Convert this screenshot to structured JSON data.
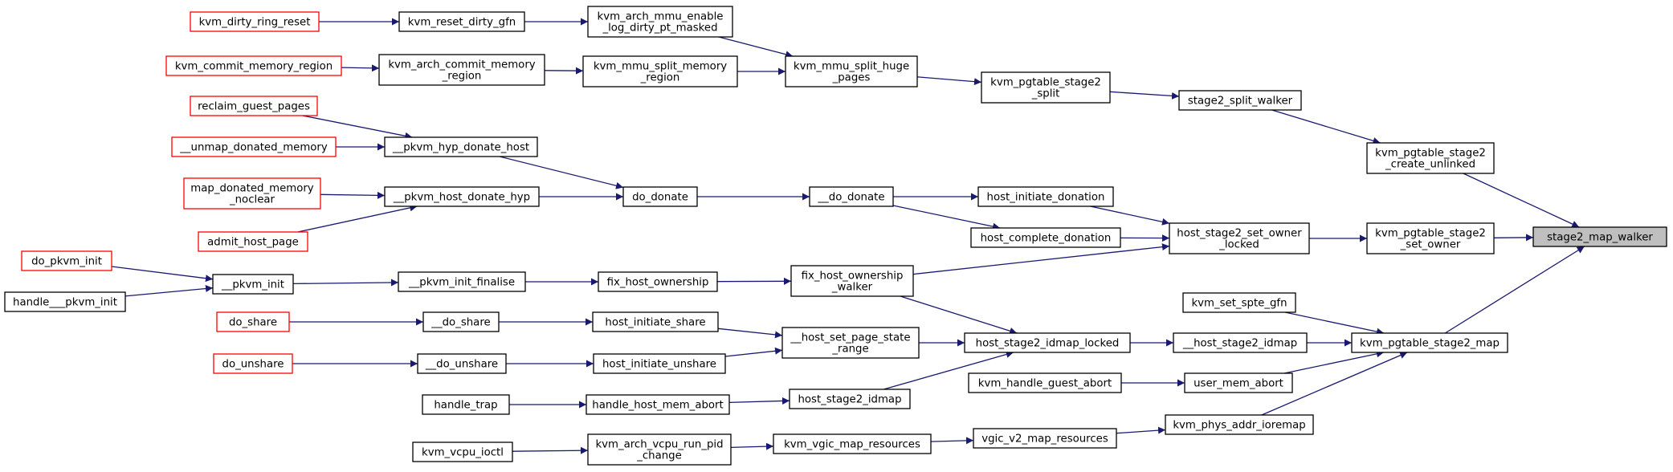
{
  "colors": {
    "edge": "#191970",
    "node_border": "#000000",
    "truncated_border": "#ff0000",
    "root_fill": "#bfbfbf",
    "node_fill": "#ffffff"
  },
  "nodes": [
    {
      "id": "n_root",
      "lines": [
        "stage2_map_walker"
      ],
      "style": "root"
    },
    {
      "id": "n_create_unlinked",
      "lines": [
        "kvm_pgtable_stage2",
        "_create_unlinked"
      ],
      "style": "normal"
    },
    {
      "id": "n_set_owner",
      "lines": [
        "kvm_pgtable_stage2",
        "_set_owner"
      ],
      "style": "normal"
    },
    {
      "id": "n_stage2_map",
      "lines": [
        "kvm_pgtable_stage2_map"
      ],
      "style": "normal"
    },
    {
      "id": "n_split_walker",
      "lines": [
        "stage2_split_walker"
      ],
      "style": "normal"
    },
    {
      "id": "n_stage2_split",
      "lines": [
        "kvm_pgtable_stage2",
        "_split"
      ],
      "style": "normal"
    },
    {
      "id": "n_split_huge",
      "lines": [
        "kvm_mmu_split_huge",
        "_pages"
      ],
      "style": "normal"
    },
    {
      "id": "n_enable_log",
      "lines": [
        "kvm_arch_mmu_enable",
        "_log_dirty_pt_masked"
      ],
      "style": "normal"
    },
    {
      "id": "n_reset_dirty",
      "lines": [
        "kvm_reset_dirty_gfn"
      ],
      "style": "normal"
    },
    {
      "id": "n_dirty_ring",
      "lines": [
        "kvm_dirty_ring_reset"
      ],
      "style": "truncated"
    },
    {
      "id": "n_split_mem",
      "lines": [
        "kvm_mmu_split_memory",
        "_region"
      ],
      "style": "normal"
    },
    {
      "id": "n_arch_commit",
      "lines": [
        "kvm_arch_commit_memory",
        "_region"
      ],
      "style": "normal"
    },
    {
      "id": "n_commit_mem",
      "lines": [
        "kvm_commit_memory_region"
      ],
      "style": "truncated"
    },
    {
      "id": "n_owner_locked",
      "lines": [
        "host_stage2_set_owner",
        "_locked"
      ],
      "style": "normal"
    },
    {
      "id": "n_init_donation",
      "lines": [
        "host_initiate_donation"
      ],
      "style": "normal"
    },
    {
      "id": "n_complete_donation",
      "lines": [
        "host_complete_donation"
      ],
      "style": "normal"
    },
    {
      "id": "n__do_donate",
      "lines": [
        "__do_donate"
      ],
      "style": "normal"
    },
    {
      "id": "n_do_donate",
      "lines": [
        "do_donate"
      ],
      "style": "normal"
    },
    {
      "id": "n_hyp_donate_host",
      "lines": [
        "__pkvm_hyp_donate_host"
      ],
      "style": "normal"
    },
    {
      "id": "n_host_donate_hyp",
      "lines": [
        "__pkvm_host_donate_hyp"
      ],
      "style": "normal"
    },
    {
      "id": "n_reclaim",
      "lines": [
        "reclaim_guest_pages"
      ],
      "style": "truncated"
    },
    {
      "id": "n_unmap_donated",
      "lines": [
        "__unmap_donated_memory"
      ],
      "style": "truncated"
    },
    {
      "id": "n_map_donated",
      "lines": [
        "map_donated_memory",
        "_noclear"
      ],
      "style": "truncated"
    },
    {
      "id": "n_admit_host",
      "lines": [
        "admit_host_page"
      ],
      "style": "truncated"
    },
    {
      "id": "n_fix_walker",
      "lines": [
        "fix_host_ownership",
        "_walker"
      ],
      "style": "normal"
    },
    {
      "id": "n_fix_ownership",
      "lines": [
        "fix_host_ownership"
      ],
      "style": "normal"
    },
    {
      "id": "n_pkvm_init_finalise",
      "lines": [
        "__pkvm_init_finalise"
      ],
      "style": "normal"
    },
    {
      "id": "n_pkvm_init",
      "lines": [
        "__pkvm_init"
      ],
      "style": "normal"
    },
    {
      "id": "n_do_pkvm_init",
      "lines": [
        "do_pkvm_init"
      ],
      "style": "truncated"
    },
    {
      "id": "n_handle_pkvm_init",
      "lines": [
        "handle___pkvm_init"
      ],
      "style": "normal"
    },
    {
      "id": "n_set_spte",
      "lines": [
        "kvm_set_spte_gfn"
      ],
      "style": "normal"
    },
    {
      "id": "n__host_idmap",
      "lines": [
        "__host_stage2_idmap"
      ],
      "style": "normal"
    },
    {
      "id": "n_idmap_locked",
      "lines": [
        "host_stage2_idmap_locked"
      ],
      "style": "normal"
    },
    {
      "id": "n_set_page_state",
      "lines": [
        "__host_set_page_state",
        "_range"
      ],
      "style": "normal"
    },
    {
      "id": "n_init_share",
      "lines": [
        "host_initiate_share"
      ],
      "style": "normal"
    },
    {
      "id": "n__do_share",
      "lines": [
        "__do_share"
      ],
      "style": "normal"
    },
    {
      "id": "n_do_share",
      "lines": [
        "do_share"
      ],
      "style": "truncated"
    },
    {
      "id": "n_init_unshare",
      "lines": [
        "host_initiate_unshare"
      ],
      "style": "normal"
    },
    {
      "id": "n__do_unshare",
      "lines": [
        "__do_unshare"
      ],
      "style": "normal"
    },
    {
      "id": "n_do_unshare",
      "lines": [
        "do_unshare"
      ],
      "style": "truncated"
    },
    {
      "id": "n_host_idmap",
      "lines": [
        "host_stage2_idmap"
      ],
      "style": "normal"
    },
    {
      "id": "n_handle_mem_abort",
      "lines": [
        "handle_host_mem_abort"
      ],
      "style": "normal"
    },
    {
      "id": "n_handle_trap",
      "lines": [
        "handle_trap"
      ],
      "style": "normal"
    },
    {
      "id": "n_user_mem_abort",
      "lines": [
        "user_mem_abort"
      ],
      "style": "normal"
    },
    {
      "id": "n_guest_abort",
      "lines": [
        "kvm_handle_guest_abort"
      ],
      "style": "normal"
    },
    {
      "id": "n_ioremap",
      "lines": [
        "kvm_phys_addr_ioremap"
      ],
      "style": "normal"
    },
    {
      "id": "n_vgic_v2",
      "lines": [
        "vgic_v2_map_resources"
      ],
      "style": "normal"
    },
    {
      "id": "n_vgic_map",
      "lines": [
        "kvm_vgic_map_resources"
      ],
      "style": "normal"
    },
    {
      "id": "n_run_pid",
      "lines": [
        "kvm_arch_vcpu_run_pid",
        "_change"
      ],
      "style": "normal"
    },
    {
      "id": "n_vcpu_ioctl",
      "lines": [
        "kvm_vcpu_ioctl"
      ],
      "style": "normal"
    }
  ],
  "edges": [
    {
      "from": "n_create_unlinked",
      "to": "n_root"
    },
    {
      "from": "n_set_owner",
      "to": "n_root"
    },
    {
      "from": "n_stage2_map",
      "to": "n_root"
    },
    {
      "from": "n_split_walker",
      "to": "n_create_unlinked"
    },
    {
      "from": "n_stage2_split",
      "to": "n_split_walker"
    },
    {
      "from": "n_split_huge",
      "to": "n_stage2_split"
    },
    {
      "from": "n_enable_log",
      "to": "n_split_huge"
    },
    {
      "from": "n_split_mem",
      "to": "n_split_huge"
    },
    {
      "from": "n_reset_dirty",
      "to": "n_enable_log"
    },
    {
      "from": "n_dirty_ring",
      "to": "n_reset_dirty"
    },
    {
      "from": "n_arch_commit",
      "to": "n_split_mem"
    },
    {
      "from": "n_commit_mem",
      "to": "n_arch_commit"
    },
    {
      "from": "n_owner_locked",
      "to": "n_set_owner"
    },
    {
      "from": "n_init_donation",
      "to": "n_owner_locked"
    },
    {
      "from": "n_complete_donation",
      "to": "n_owner_locked"
    },
    {
      "from": "n_fix_walker",
      "to": "n_owner_locked"
    },
    {
      "from": "n__do_donate",
      "to": "n_init_donation"
    },
    {
      "from": "n__do_donate",
      "to": "n_complete_donation"
    },
    {
      "from": "n_do_donate",
      "to": "n__do_donate"
    },
    {
      "from": "n_hyp_donate_host",
      "to": "n_do_donate"
    },
    {
      "from": "n_host_donate_hyp",
      "to": "n_do_donate"
    },
    {
      "from": "n_reclaim",
      "to": "n_hyp_donate_host"
    },
    {
      "from": "n_unmap_donated",
      "to": "n_hyp_donate_host"
    },
    {
      "from": "n_map_donated",
      "to": "n_host_donate_hyp"
    },
    {
      "from": "n_admit_host",
      "to": "n_host_donate_hyp"
    },
    {
      "from": "n_fix_ownership",
      "to": "n_fix_walker"
    },
    {
      "from": "n_pkvm_init_finalise",
      "to": "n_fix_ownership"
    },
    {
      "from": "n_pkvm_init",
      "to": "n_pkvm_init_finalise"
    },
    {
      "from": "n_do_pkvm_init",
      "to": "n_pkvm_init"
    },
    {
      "from": "n_handle_pkvm_init",
      "to": "n_pkvm_init"
    },
    {
      "from": "n_fix_walker",
      "to": "n_idmap_locked"
    },
    {
      "from": "n_set_spte",
      "to": "n_stage2_map"
    },
    {
      "from": "n__host_idmap",
      "to": "n_stage2_map"
    },
    {
      "from": "n_user_mem_abort",
      "to": "n_stage2_map"
    },
    {
      "from": "n_ioremap",
      "to": "n_stage2_map"
    },
    {
      "from": "n_idmap_locked",
      "to": "n__host_idmap"
    },
    {
      "from": "n_set_page_state",
      "to": "n_idmap_locked"
    },
    {
      "from": "n_host_idmap",
      "to": "n_idmap_locked"
    },
    {
      "from": "n_init_share",
      "to": "n_set_page_state"
    },
    {
      "from": "n_init_unshare",
      "to": "n_set_page_state"
    },
    {
      "from": "n__do_share",
      "to": "n_init_share"
    },
    {
      "from": "n_do_share",
      "to": "n__do_share"
    },
    {
      "from": "n__do_unshare",
      "to": "n_init_unshare"
    },
    {
      "from": "n_do_unshare",
      "to": "n__do_unshare"
    },
    {
      "from": "n_handle_mem_abort",
      "to": "n_host_idmap"
    },
    {
      "from": "n_handle_trap",
      "to": "n_handle_mem_abort"
    },
    {
      "from": "n_guest_abort",
      "to": "n_user_mem_abort"
    },
    {
      "from": "n_vgic_v2",
      "to": "n_ioremap"
    },
    {
      "from": "n_vgic_map",
      "to": "n_vgic_v2"
    },
    {
      "from": "n_run_pid",
      "to": "n_vgic_map"
    },
    {
      "from": "n_vcpu_ioctl",
      "to": "n_run_pid"
    }
  ]
}
